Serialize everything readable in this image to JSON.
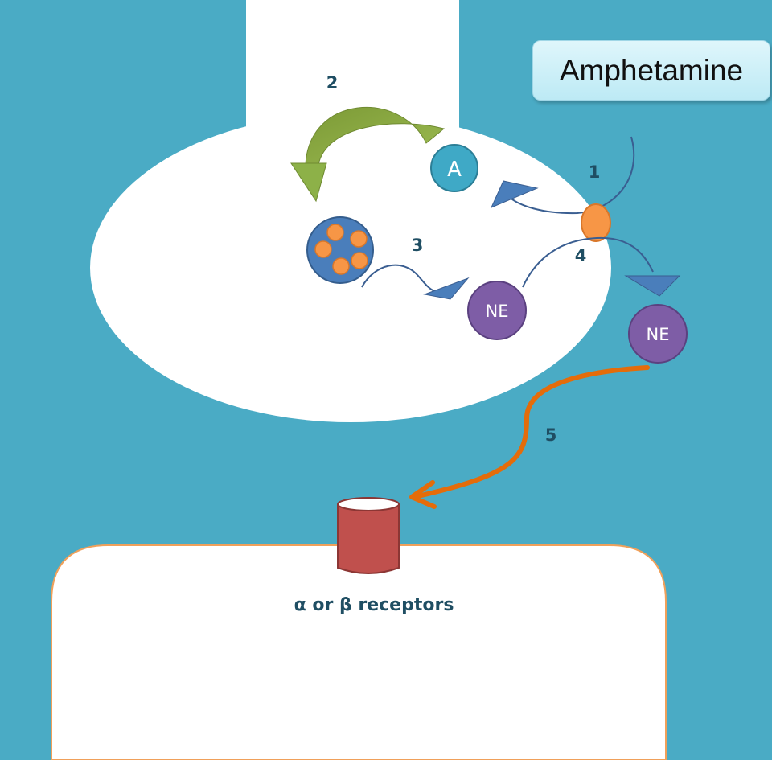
{
  "title": "Amphetamine",
  "steps": [
    "1",
    "2",
    "3",
    "4",
    "5"
  ],
  "molecules": {
    "amphetamine": "A",
    "ne_inside": "NE",
    "ne_outside": "NE"
  },
  "receptor_label": "α or β receptors",
  "colors": {
    "background": "#4AABC5",
    "cell": "#FFFFFF",
    "amphetamine_molecule": "#3FA9C6",
    "norepinephrine": "#7E5DA6",
    "vesicle": "#4A7EBB",
    "vesicle_granules": "#F79646",
    "transporter": "#F79646",
    "arrow_green": "#8AA83F",
    "arrow_orange": "#E46C0A",
    "receptor": "#C0504D",
    "line": "#3A5E91"
  }
}
